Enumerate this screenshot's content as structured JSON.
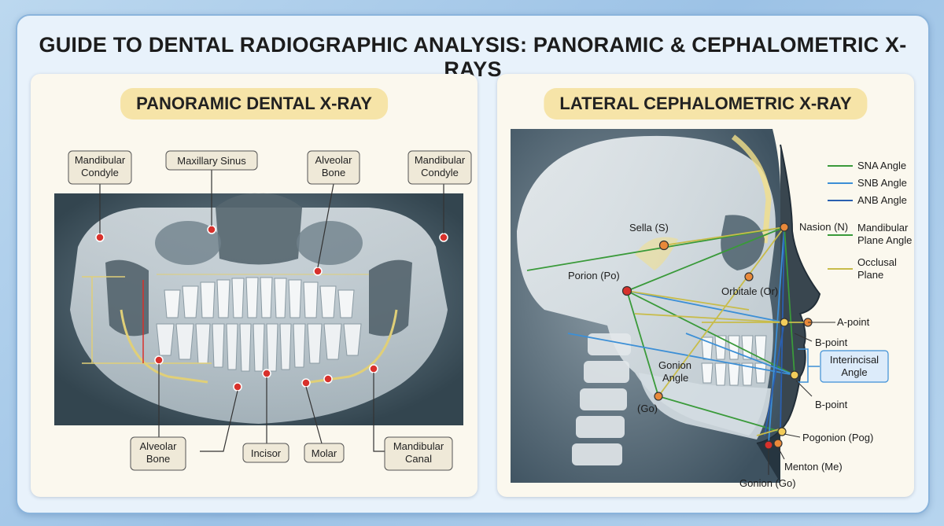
{
  "title": "GUIDE TO DENTAL RADIOGRAPHIC ANALYSIS: PANORAMIC & CEPHALOMETRIC X-RAYS",
  "panoramic": {
    "heading": "PANORAMIC DENTAL X-RAY",
    "labels": {
      "condyle_left_1": "Mandibular",
      "condyle_left_2": "Condyle",
      "maxillary_sinus": "Maxillary Sinus",
      "alveolar_top_1": "Alveolar",
      "alveolar_top_2": "Bone",
      "condyle_right_1": "Mandibular",
      "condyle_right_2": "Condyle",
      "alveolar_bottom_1": "Alveolar",
      "alveolar_bottom_2": "Bone",
      "incisor": "Incisor",
      "molar": "Molar",
      "canal_1": "Mandibular",
      "canal_2": "Canal"
    }
  },
  "cephalometric": {
    "heading": "LATERAL CEPHALOMETRIC X-RAY",
    "landmarks": {
      "sella": "Sella (S)",
      "nasion": "Nasion (N)",
      "porion": "Porion (Po)",
      "orbitale": "Orbitale (Or)",
      "a_point": "A-point",
      "b_point_1": "B-point",
      "b_point_2": "B-point",
      "gonion_angle_1": "Gonion",
      "gonion_angle_2": "Angle",
      "gonion_abbr": "(Go)",
      "pogonion": "Pogonion (Pog)",
      "menton": "Menton (Me)",
      "gonion_bottom": "Gonion (Go)",
      "interincisal_1": "Interincisal",
      "interincisal_2": "Angle"
    },
    "legend": [
      {
        "label": "SNA Angle",
        "color": "#3a9a3a"
      },
      {
        "label": "SNB Angle",
        "color": "#3c8fd6"
      },
      {
        "label": "ANB Angle",
        "color": "#2a5fb0"
      },
      {
        "label1": "Mandibular",
        "label2": "Plane Angle",
        "color": "#3a9a3a"
      },
      {
        "label1": "Occlusal",
        "label2": "Plane",
        "color": "#c8bc4a"
      }
    ]
  },
  "colors": {
    "landmark_red": "#d8312c",
    "landmark_orange": "#e9893a",
    "label_box_bg": "#efe9d8",
    "pill_bg": "#f6e4a8"
  }
}
